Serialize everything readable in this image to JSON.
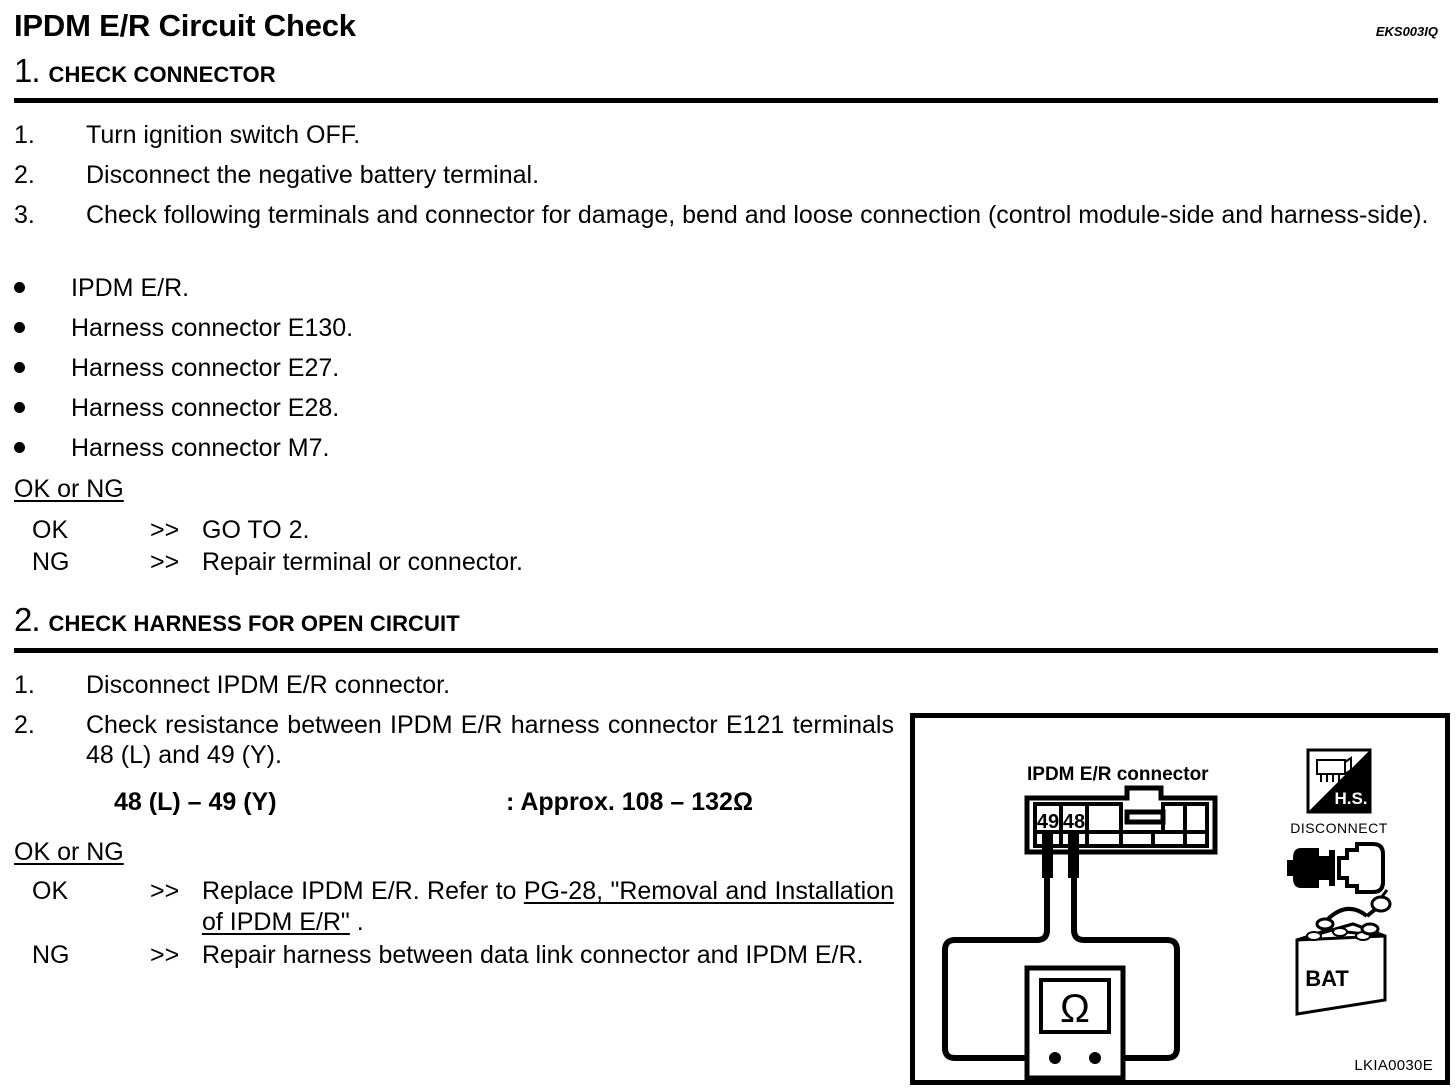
{
  "document": {
    "title": "IPDM E/R Circuit Check",
    "reference_code": "EKS003IQ"
  },
  "sections": [
    {
      "number": "1.",
      "title": "CHECK CONNECTOR",
      "steps": [
        {
          "marker": "1.",
          "text": "Turn ignition switch OFF."
        },
        {
          "marker": "2.",
          "text": "Disconnect the negative battery terminal."
        },
        {
          "marker": "3.",
          "text": "Check following terminals and connector for damage, bend and loose connection (control module-side and harness-side)."
        }
      ],
      "bullets": [
        "IPDM E/R.",
        "Harness connector E130.",
        "Harness connector E27.",
        "Harness connector E28.",
        "Harness connector M7."
      ],
      "judgement": {
        "heading": "OK or NG",
        "results": [
          {
            "label": "OK",
            "arrow": ">>",
            "text": "GO TO 2."
          },
          {
            "label": "NG",
            "arrow": ">>",
            "text": "Repair terminal or connector."
          }
        ]
      }
    },
    {
      "number": "2.",
      "title": "CHECK HARNESS FOR OPEN CIRCUIT",
      "steps": [
        {
          "marker": "1.",
          "text": "Disconnect IPDM E/R connector."
        },
        {
          "marker": "2.",
          "text": "Check resistance between IPDM E/R harness connector E121 terminals 48 (L) and 49 (Y)."
        }
      ],
      "spec": {
        "terminals": "48 (L) – 49 (Y)",
        "value": ": Approx. 108 – 132Ω"
      },
      "judgement": {
        "heading": "OK or NG",
        "results": [
          {
            "label": "OK",
            "arrow": ">>",
            "text_before": "Replace IPDM E/R.   Refer to ",
            "link": "PG-28, \"Removal and Installation of IPDM E/R\"",
            "text_after": " ."
          },
          {
            "label": "NG",
            "arrow": ">>",
            "text": "Repair harness between data link connector and IPDM E/R."
          }
        ]
      }
    }
  ],
  "figure": {
    "id": "LKIA0030E",
    "connector_label": "IPDM E/R connector",
    "pins": [
      "49",
      "48"
    ],
    "meter_symbol": "Ω",
    "icons": [
      {
        "name": "hs-icon",
        "label": "H.S."
      },
      {
        "name": "disconnect-icon",
        "label": "DISCONNECT"
      },
      {
        "name": "battery-icon",
        "label": "BAT"
      }
    ]
  }
}
